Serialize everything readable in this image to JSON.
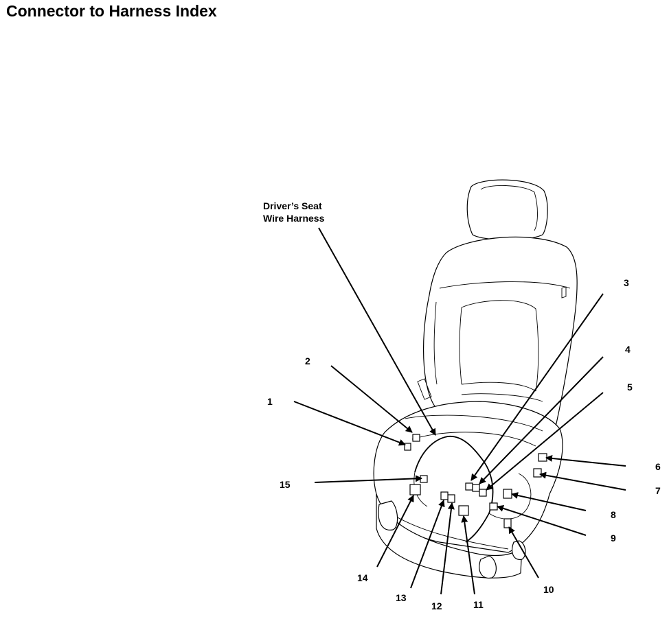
{
  "title": "Connector to Harness Index",
  "harness_label": [
    "Driver’s Seat",
    "Wire Harness"
  ],
  "callouts": [
    "1",
    "2",
    "3",
    "4",
    "5",
    "6",
    "7",
    "8",
    "9",
    "10",
    "11",
    "12",
    "13",
    "14",
    "15"
  ]
}
